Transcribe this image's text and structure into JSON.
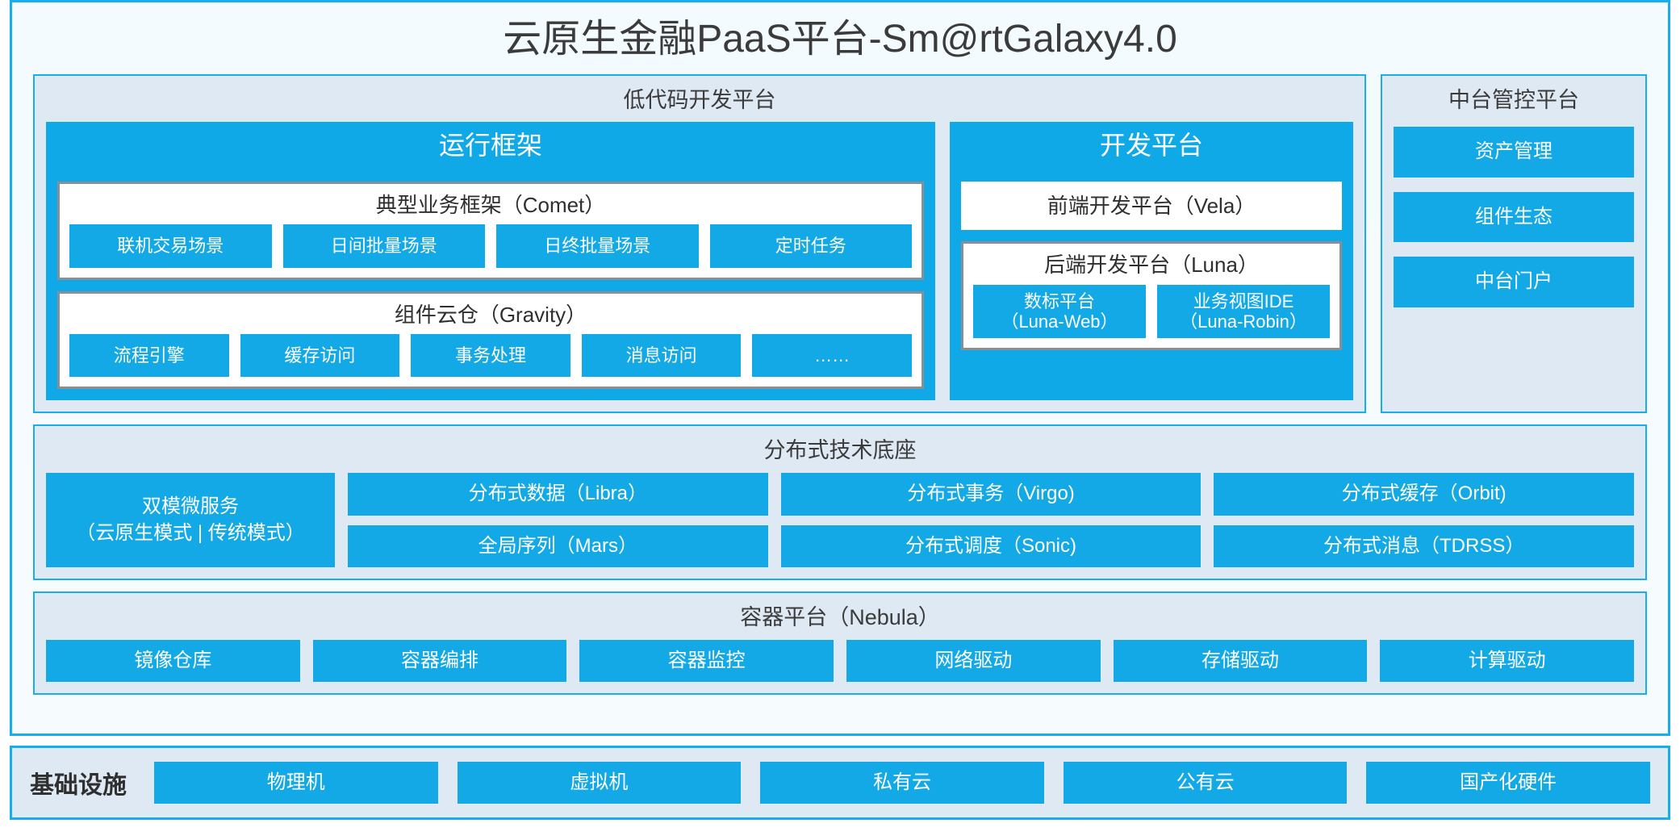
{
  "title": "云原生金融PaaS平台-Sm@rtGalaxy4.0",
  "colors": {
    "accent_border": "#19AEEB",
    "panel_bg": "#DFE9F3",
    "chip_blue": "#12A9E6",
    "card_blue": "#0FA9E8",
    "text": "#3B3B3B"
  },
  "lowcode": {
    "title": "低代码开发平台",
    "runtime": {
      "title": "运行框架",
      "comet": {
        "title": "典型业务框架（Comet）",
        "items": [
          "联机交易场景",
          "日间批量场景",
          "日终批量场景",
          "定时任务"
        ]
      },
      "gravity": {
        "title": "组件云仓（Gravity）",
        "items": [
          "流程引擎",
          "缓存访问",
          "事务处理",
          "消息访问",
          "……"
        ]
      }
    },
    "devplatform": {
      "title": "开发平台",
      "frontend": "前端开发平台（Vela）",
      "backend": {
        "title": "后端开发平台（Luna）",
        "items": [
          {
            "name": "数标平台",
            "code": "（Luna-Web）"
          },
          {
            "name": "业务视图IDE",
            "code": "（Luna-Robin）"
          }
        ]
      }
    }
  },
  "midctrl": {
    "title": "中台管控平台",
    "items": [
      "资产管理",
      "组件生态",
      "中台门户"
    ]
  },
  "distbase": {
    "title": "分布式技术底座",
    "microservice": {
      "line1": "双模微服务",
      "line2": "（云原生模式 | 传统模式）"
    },
    "columns": [
      [
        "分布式数据（Libra）",
        "全局序列（Mars）"
      ],
      [
        "分布式事务（Virgo)",
        "分布式调度（Sonic)"
      ],
      [
        "分布式缓存（Orbit)",
        "分布式消息（TDRSS）"
      ]
    ]
  },
  "container": {
    "title": "容器平台（Nebula）",
    "items": [
      "镜像仓库",
      "容器编排",
      "容器监控",
      "网络驱动",
      "存储驱动",
      "计算驱动"
    ]
  },
  "infra": {
    "label": "基础设施",
    "items": [
      "物理机",
      "虚拟机",
      "私有云",
      "公有云",
      "国产化硬件"
    ]
  }
}
